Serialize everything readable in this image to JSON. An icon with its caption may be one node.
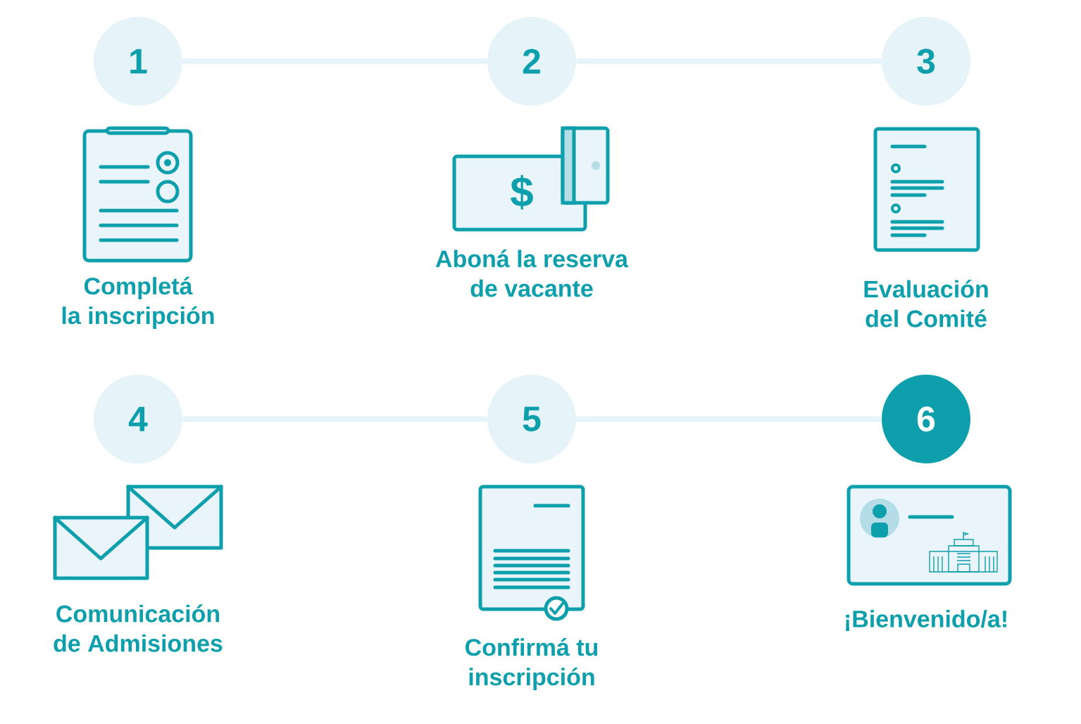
{
  "diagram": {
    "nodes": [
      {
        "text": [
          "1"
        ]
      },
      {
        "text": [
          "2"
        ]
      },
      {
        "text": [
          "3"
        ]
      },
      {
        "text": [
          "4"
        ]
      },
      {
        "text": [
          "5"
        ]
      },
      {
        "text": [
          "6"
        ]
      }
    ],
    "edges": [
      {
        "from": 0,
        "to": 1,
        "arrow": "none"
      },
      {
        "from": 1,
        "to": 2,
        "arrow": "none"
      },
      {
        "from": 3,
        "to": 4,
        "arrow": "none"
      },
      {
        "from": 4,
        "to": 5,
        "arrow": "none"
      }
    ],
    "labels": [
      "$",
      "Aboná la reserva de vacante",
      "Completá la inscripción",
      "Evaluación del Comité",
      "Comunicación de Admisiones",
      "¡Bienvenido/a!",
      "Confirmá tu inscripción"
    ]
  }
}
